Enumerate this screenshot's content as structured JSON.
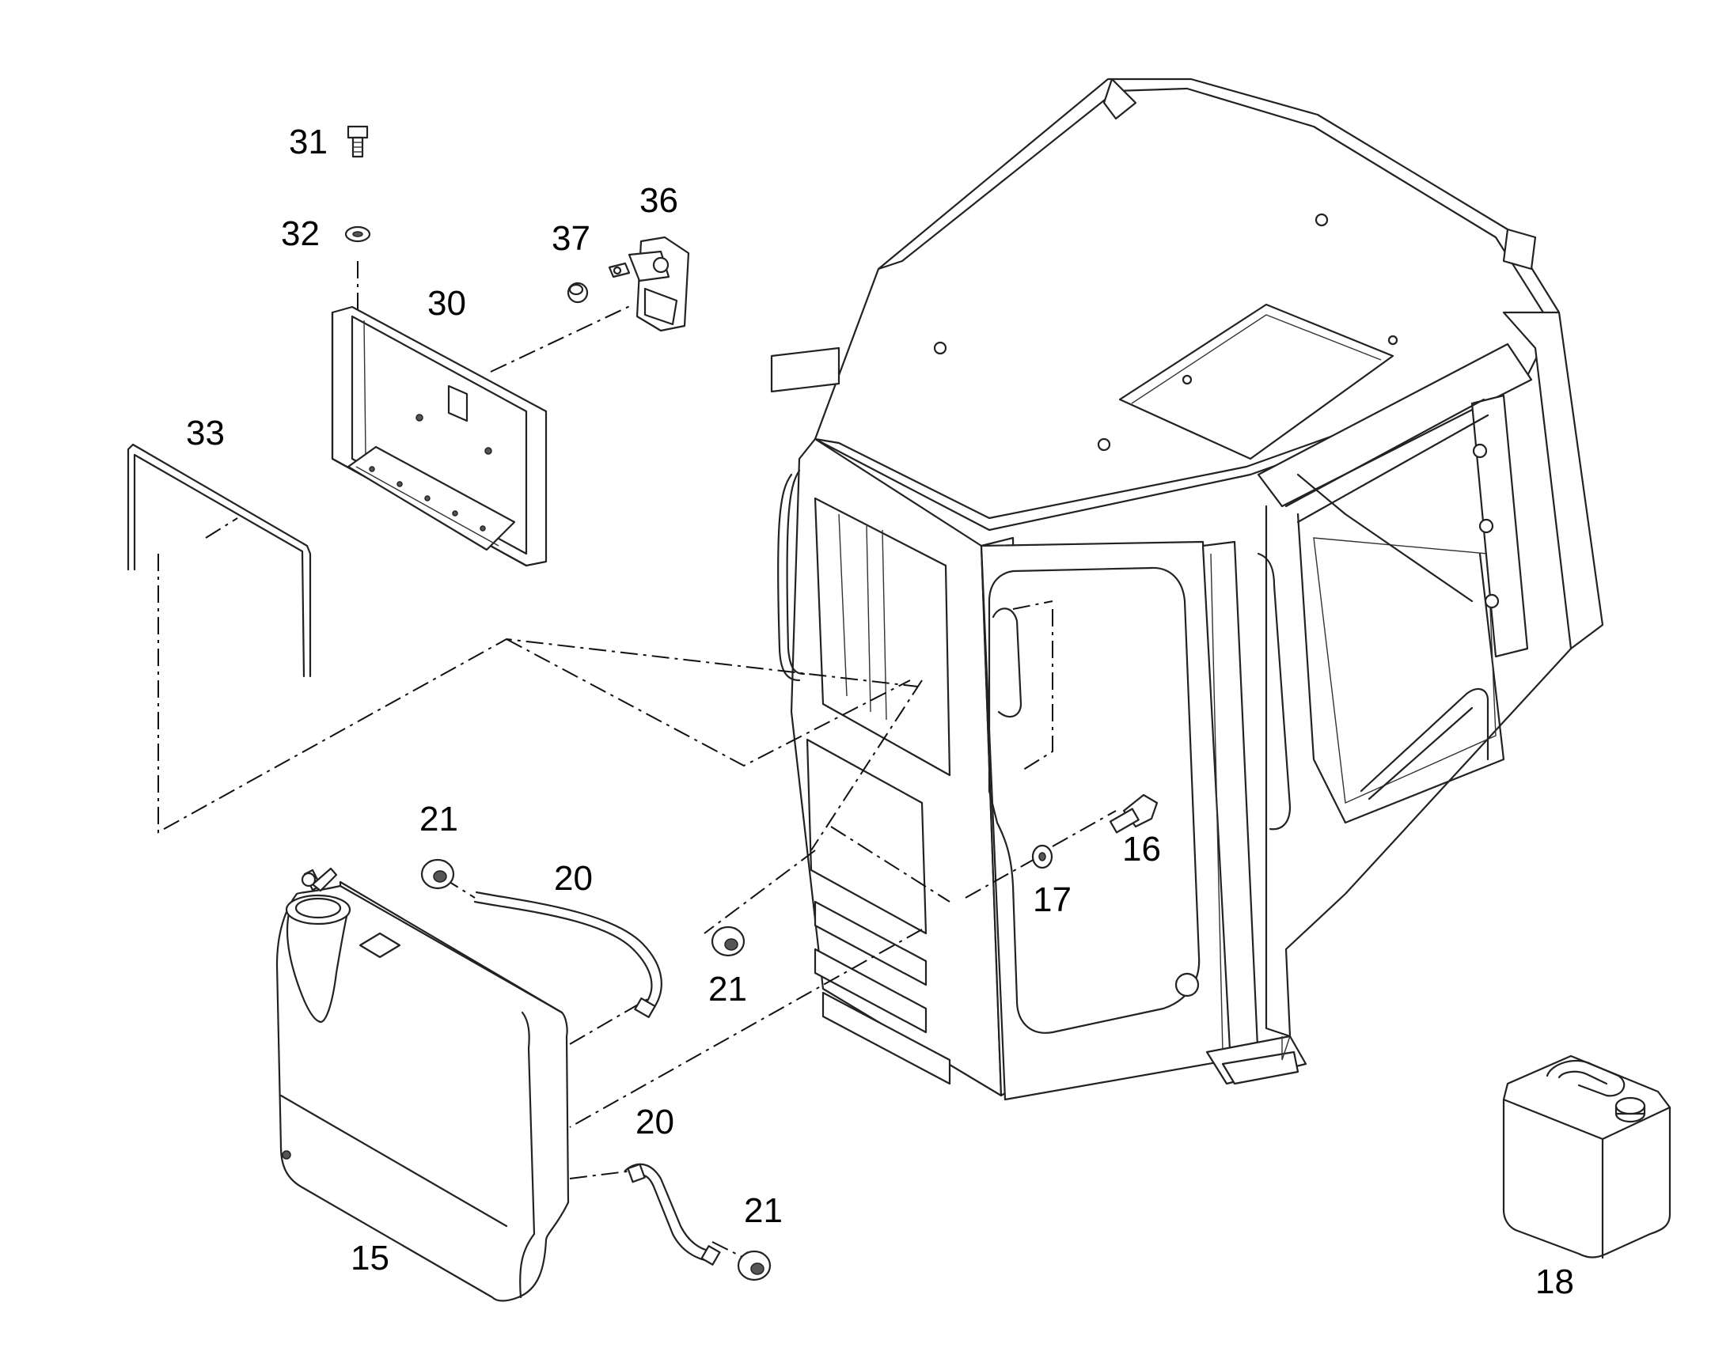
{
  "callouts": [
    {
      "id": "31",
      "text": "31"
    },
    {
      "id": "32",
      "text": "32"
    },
    {
      "id": "36",
      "text": "36"
    },
    {
      "id": "37",
      "text": "37"
    },
    {
      "id": "30",
      "text": "30"
    },
    {
      "id": "33",
      "text": "33"
    },
    {
      "id": "21a",
      "text": "21"
    },
    {
      "id": "20a",
      "text": "20"
    },
    {
      "id": "16",
      "text": "16"
    },
    {
      "id": "17",
      "text": "17"
    },
    {
      "id": "21b",
      "text": "21"
    },
    {
      "id": "20b",
      "text": "20"
    },
    {
      "id": "21c",
      "text": "21"
    },
    {
      "id": "15",
      "text": "15"
    },
    {
      "id": "18",
      "text": "18"
    }
  ]
}
